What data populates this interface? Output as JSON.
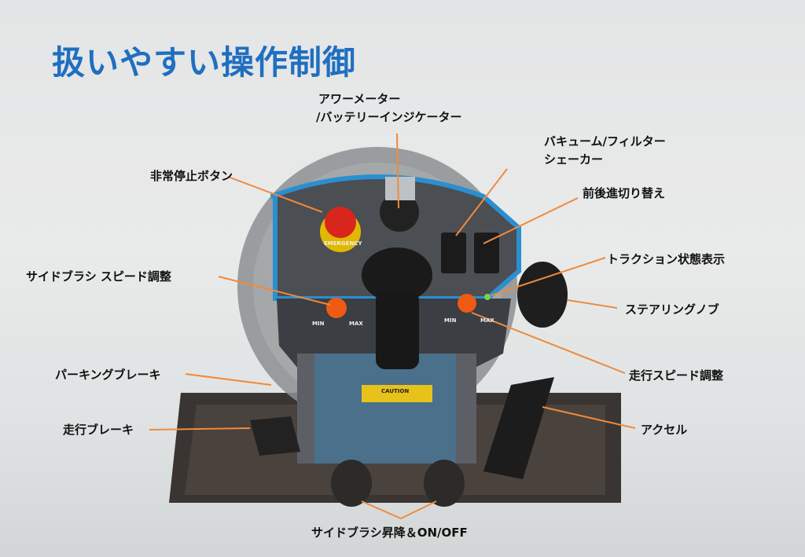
{
  "title": "扱いやすい操作制御",
  "labels": {
    "hour_meter_1": "アワーメーター",
    "hour_meter_2": "/バッテリーインジケーター",
    "vacuum_1": "バキューム/フィルター",
    "vacuum_2": "シェーカー",
    "emergency_stop": "非常停止ボタン",
    "forward_reverse": "前後進切り替え",
    "traction_status": "トラクション状態表示",
    "side_brush_speed": "サイドブラシ スピード調整",
    "steering_knob": "ステアリングノブ",
    "parking_brake": "パーキングブレーキ",
    "drive_speed": "走行スピード調整",
    "drive_brake": "走行ブレーキ",
    "accelerator": "アクセル",
    "side_brush_lift": "サイドブラシ昇降＆ON/OFF"
  },
  "photo_text": {
    "emergency": "EMERGENCY",
    "min": "MIN",
    "max": "MAX",
    "caution": "CAUTION"
  },
  "colors": {
    "title": "#1f6fc1",
    "leader": "#f08a3c",
    "accent_blue": "#2a8fd0"
  }
}
